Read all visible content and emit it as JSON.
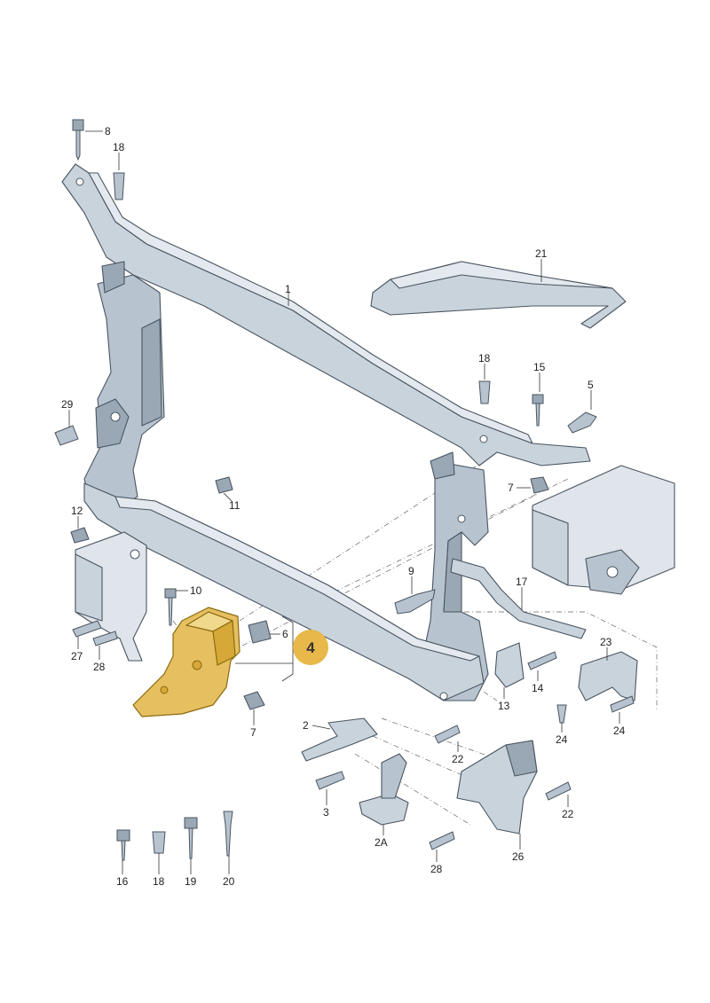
{
  "diagram": {
    "colors": {
      "part_fill": "#c9d3dc",
      "part_fill_dark": "#9aa8b5",
      "part_fill_light": "#e3e9ee",
      "highlight_fill": "#e6c060",
      "highlight_stroke": "#c99a1c",
      "badge_fill": "#e8b84a"
    },
    "badge": {
      "label": "4"
    },
    "callouts": [
      {
        "id": "c8",
        "label": "8"
      },
      {
        "id": "c18a",
        "label": "18"
      },
      {
        "id": "c1",
        "label": "1"
      },
      {
        "id": "c21",
        "label": "21"
      },
      {
        "id": "c18b",
        "label": "18"
      },
      {
        "id": "c15",
        "label": "15"
      },
      {
        "id": "c5",
        "label": "5"
      },
      {
        "id": "c29",
        "label": "29"
      },
      {
        "id": "c7a",
        "label": "7"
      },
      {
        "id": "c11",
        "label": "11"
      },
      {
        "id": "c12",
        "label": "12"
      },
      {
        "id": "c9",
        "label": "9"
      },
      {
        "id": "c17",
        "label": "17"
      },
      {
        "id": "c10",
        "label": "10"
      },
      {
        "id": "c6",
        "label": "6"
      },
      {
        "id": "c27",
        "label": "27"
      },
      {
        "id": "c28a",
        "label": "28"
      },
      {
        "id": "c23",
        "label": "23"
      },
      {
        "id": "c14",
        "label": "14"
      },
      {
        "id": "c13",
        "label": "13"
      },
      {
        "id": "c7b",
        "label": "7"
      },
      {
        "id": "c24a",
        "label": "24"
      },
      {
        "id": "c24b",
        "label": "24"
      },
      {
        "id": "c2",
        "label": "2"
      },
      {
        "id": "c22a",
        "label": "22"
      },
      {
        "id": "c3",
        "label": "3"
      },
      {
        "id": "c22b",
        "label": "22"
      },
      {
        "id": "c2a",
        "label": "2A"
      },
      {
        "id": "c26",
        "label": "26"
      },
      {
        "id": "c28b",
        "label": "28"
      },
      {
        "id": "c16",
        "label": "16"
      },
      {
        "id": "c18c",
        "label": "18"
      },
      {
        "id": "c19",
        "label": "19"
      },
      {
        "id": "c20",
        "label": "20"
      }
    ]
  }
}
